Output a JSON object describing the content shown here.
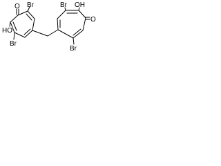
{
  "atoms": {
    "left_carbonyl_o": "O",
    "left_hydroxyl": "HO",
    "left_br_top": "Br",
    "left_br_bottom": "Br",
    "right_carbonyl_o": "O",
    "right_hydroxyl": "OH",
    "right_br_top": "Br",
    "right_br_bottom": "Br"
  },
  "colors": {
    "bond": "#000000",
    "label": "#000000",
    "background": "#ffffff"
  }
}
